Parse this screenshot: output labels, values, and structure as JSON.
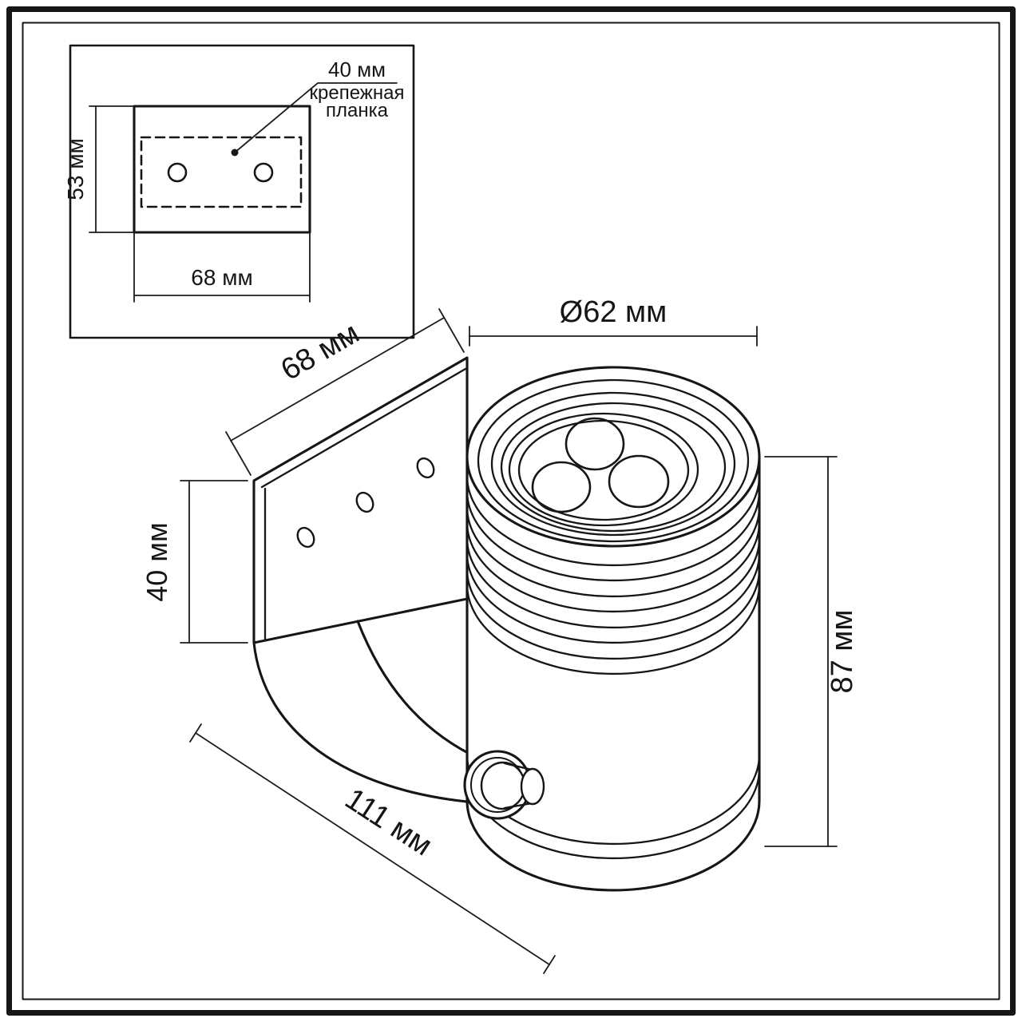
{
  "inset": {
    "width_label": "68 мм",
    "height_label": "53 мм",
    "callout": {
      "line1": "40 мм",
      "line2": "крепежная",
      "line3": "планка"
    }
  },
  "main": {
    "diameter_label": "Ø62 мм",
    "bracket_width_label": "68 мм",
    "bracket_height_label": "40 мм",
    "body_height_label": "87 мм",
    "overall_length_label": "111 мм"
  },
  "colors": {
    "line": "#161616",
    "background": "#ffffff"
  }
}
